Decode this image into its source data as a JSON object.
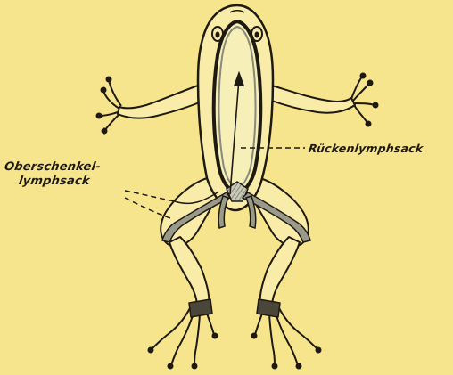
{
  "labels": {
    "ruecken": "Rückenlymphsack",
    "oberschenkel_line1": "Oberschenkel-",
    "oberschenkel_line2": "lymphsack"
  },
  "colors": {
    "paper": "#f7e58e",
    "ink": "#1e1a12",
    "body_fill": "#f9eca8",
    "sac_shade": "#8a8a7a",
    "highlight": "#d7d9cf"
  }
}
